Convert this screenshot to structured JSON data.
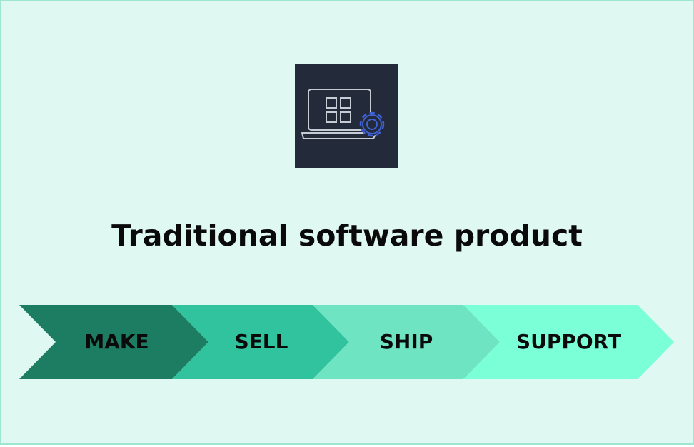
{
  "title": "Traditional software product",
  "icon": {
    "name": "laptop-with-gear-icon"
  },
  "steps": [
    {
      "label": "MAKE",
      "color": "#1d7d63"
    },
    {
      "label": "SELL",
      "color": "#31c29e"
    },
    {
      "label": "SHIP",
      "color": "#6ee4c2"
    },
    {
      "label": "SUPPORT",
      "color": "#7bffd6"
    }
  ],
  "colors": {
    "background": "#dff8f1",
    "border": "#9ee6cf",
    "icon_tile": "#232b3b",
    "icon_stroke": "#c7cbd3",
    "gear_stroke": "#3f63d6"
  }
}
